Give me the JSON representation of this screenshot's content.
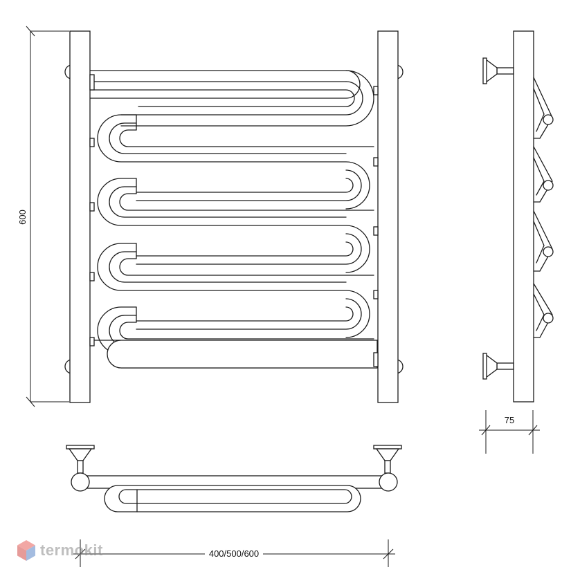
{
  "dimensions": {
    "height": "600",
    "depth": "75",
    "width": "400/500/600"
  },
  "logo": {
    "text": "termokit"
  },
  "colors": {
    "line": "#1a1a1a",
    "background": "#ffffff",
    "logo_red": "#e8605a",
    "logo_blue": "#5a86c8"
  }
}
